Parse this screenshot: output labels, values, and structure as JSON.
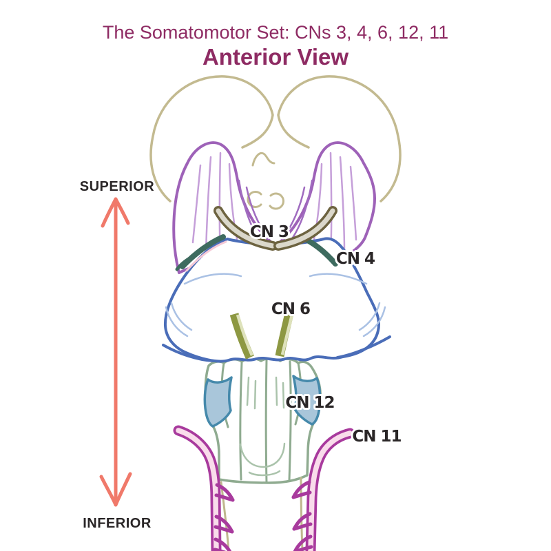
{
  "header": {
    "title": "The Somatomotor Set: CNs 3, 4, 6, 12, 11",
    "subtitle": "Anterior View"
  },
  "orientation": {
    "superior_label": "SUPERIOR",
    "inferior_label": "INFERIOR"
  },
  "nerve_labels": {
    "cn3": "CN 3",
    "cn4": "CN 4",
    "cn6": "CN 6",
    "cn12": "CN 12",
    "cn11": "CN 11"
  },
  "palette": {
    "title_maroon": "#8e2b63",
    "label_black": "#2a2627",
    "arrow_salmon": "#f0796a",
    "cerebrum_tan": "#c3ba90",
    "peduncle_purple": "#9e62b8",
    "striation_lilac": "#c59fd9",
    "cn3_olive_dark": "#6d6340",
    "cn3_fill_light": "#dbd8cb",
    "pons_blue": "#4a6db8",
    "pons_light_blue": "#aac1e4",
    "cn4_teal": "#3e6b5f",
    "cn4_pink": "#f5c9d6",
    "cn6_olive": "#8d9842",
    "cn6_fill_light": "#dee2bb",
    "medulla_sage": "#8fab90",
    "medulla_light_sage": "#aac3ab",
    "cn12_fill": "#a9c6da",
    "cn12_outline": "#4589ab",
    "cn11_magenta": "#a83a9d",
    "cn11_pink": "#f9dceb",
    "cord_tan": "#bfb78e"
  }
}
